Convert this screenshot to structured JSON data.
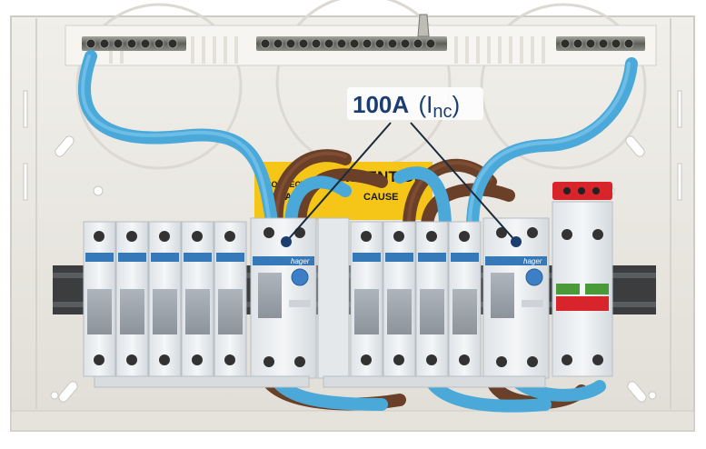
{
  "callout": {
    "rating": "100A",
    "unit_open": "(I",
    "unit_sub": "nc",
    "unit_close": ")"
  },
  "warning_label": {
    "line1": "ATTENTION!",
    "line2": "CAUSE",
    "line3": "PLEASE",
    "line4": "CONNECTION"
  },
  "brand": "hager",
  "colors": {
    "cable_blue": "#4aa9d9",
    "cable_brown": "#6b4028",
    "enclosure": "#ebe9e3",
    "breaker_body": "#e8ebee",
    "breaker_grey": "#9ea5ad",
    "label_yellow": "#f5c518",
    "callout_text": "#1c3e6e",
    "spd_red": "#d8242b"
  }
}
